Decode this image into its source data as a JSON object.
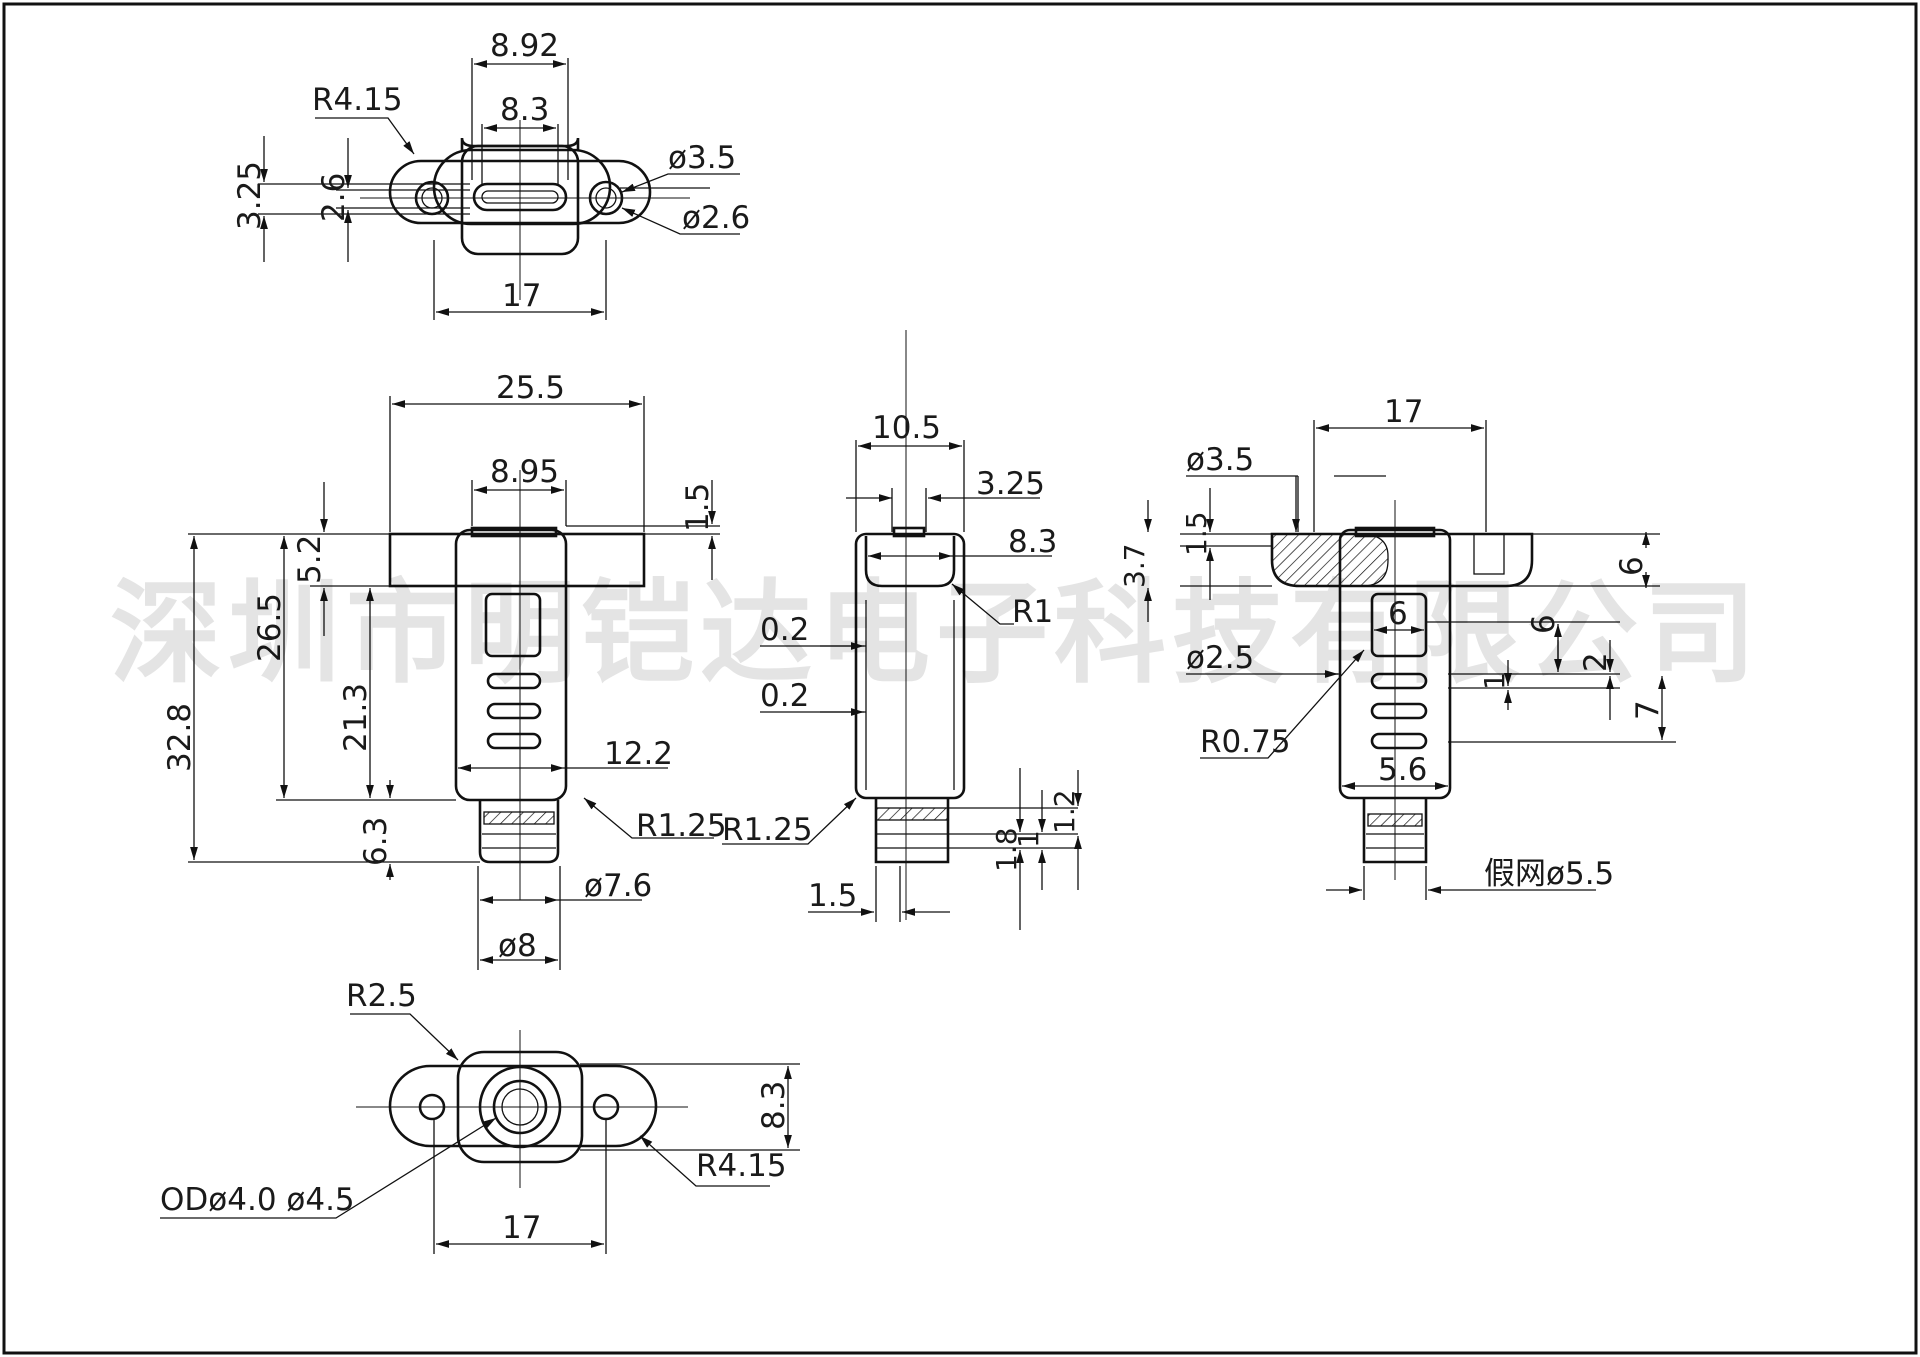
{
  "watermark": "深圳市明铠达电子科技有限公司",
  "views": {
    "top": {
      "width_outer": "8.92",
      "width_inner": "8.3",
      "radius": "R4.15",
      "height_outer": "3.25",
      "height_inner": "2.6",
      "hole_outer": "ø3.5",
      "hole_inner": "ø2.6",
      "pitch": "17"
    },
    "front": {
      "flange_width": "25.5",
      "body_width": "8.95",
      "flange_top": "1.5",
      "flange_height": "5.2",
      "total_height": "32.8",
      "body_upper": "26.5",
      "body_mid": "21.3",
      "body_lower": "6.3",
      "body_dia": "12.2",
      "radius_a": "R1.25",
      "cable_dia_inner": "ø7.6",
      "cable_dia_outer": "ø8"
    },
    "side": {
      "width": "10.5",
      "offset": "3.25",
      "inner": "8.3",
      "radius": "R1",
      "gap_a": "0.2",
      "gap_b": "0.2",
      "radius_b": "R1.25",
      "base": "1.5",
      "rib_a": "1.8",
      "rib_b": "1",
      "rib_c": "1.2"
    },
    "section": {
      "pitch": "17",
      "hole": "ø3.5",
      "step_a": "1.5",
      "step_b": "3.7",
      "right_top": "6",
      "window": "6",
      "window_h": "6",
      "gap": "2",
      "rib": "1",
      "lower": "7",
      "pin_hole": "ø2.5",
      "radius": "R0.75",
      "neck": "5.6",
      "dummy_mesh": "假网ø5.5"
    },
    "bottom": {
      "radius_a": "R2.5",
      "height": "8.3",
      "radius_b": "R4.15",
      "od_label": "ODø4.0  ø4.5",
      "pitch": "17"
    }
  },
  "colors": {
    "line": "#111111",
    "paper": "#ffffff",
    "watermark": "#000000"
  }
}
